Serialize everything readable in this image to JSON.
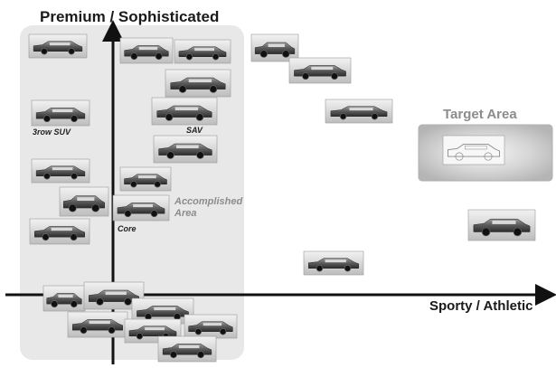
{
  "axes": {
    "y_label": "Premium / Sophisticated",
    "x_label": "Sporty / Athletic"
  },
  "regions": {
    "accomplished_area_label": "Accomplished Area",
    "target_area_label": "Target Area"
  },
  "segments": {
    "three_row_suv": "3row SUV",
    "sav": "SAV",
    "core": "Core"
  },
  "colors": {
    "accomplished_area_fill": "#e8e8e8",
    "target_area_fill": "#c7c7c7",
    "axis_color": "#111111"
  },
  "vehicles": [
    {
      "name": "premium-suv-top-left"
    },
    {
      "name": "sav-top-1"
    },
    {
      "name": "sav-top-2"
    },
    {
      "name": "sav-mid-1"
    },
    {
      "name": "sav-mid-2"
    },
    {
      "name": "sav-mid-3"
    },
    {
      "name": "three-row-suv-1"
    },
    {
      "name": "three-row-suv-2"
    },
    {
      "name": "three-row-suv-3"
    },
    {
      "name": "three-row-suv-4"
    },
    {
      "name": "compact-suv-near-axis"
    },
    {
      "name": "core-suv"
    },
    {
      "name": "crossover-top-1"
    },
    {
      "name": "crossover-top-2"
    },
    {
      "name": "crossover-mid"
    },
    {
      "name": "target-concept-crossover"
    },
    {
      "name": "sporty-wagon-right"
    },
    {
      "name": "sporty-crossover-lower"
    },
    {
      "name": "suv-on-axis-1"
    },
    {
      "name": "suv-on-axis-2"
    },
    {
      "name": "suv-below-axis-1"
    },
    {
      "name": "suv-below-axis-2"
    },
    {
      "name": "suv-below-axis-3"
    },
    {
      "name": "suv-below-axis-4"
    },
    {
      "name": "suv-below-axis-5"
    }
  ]
}
